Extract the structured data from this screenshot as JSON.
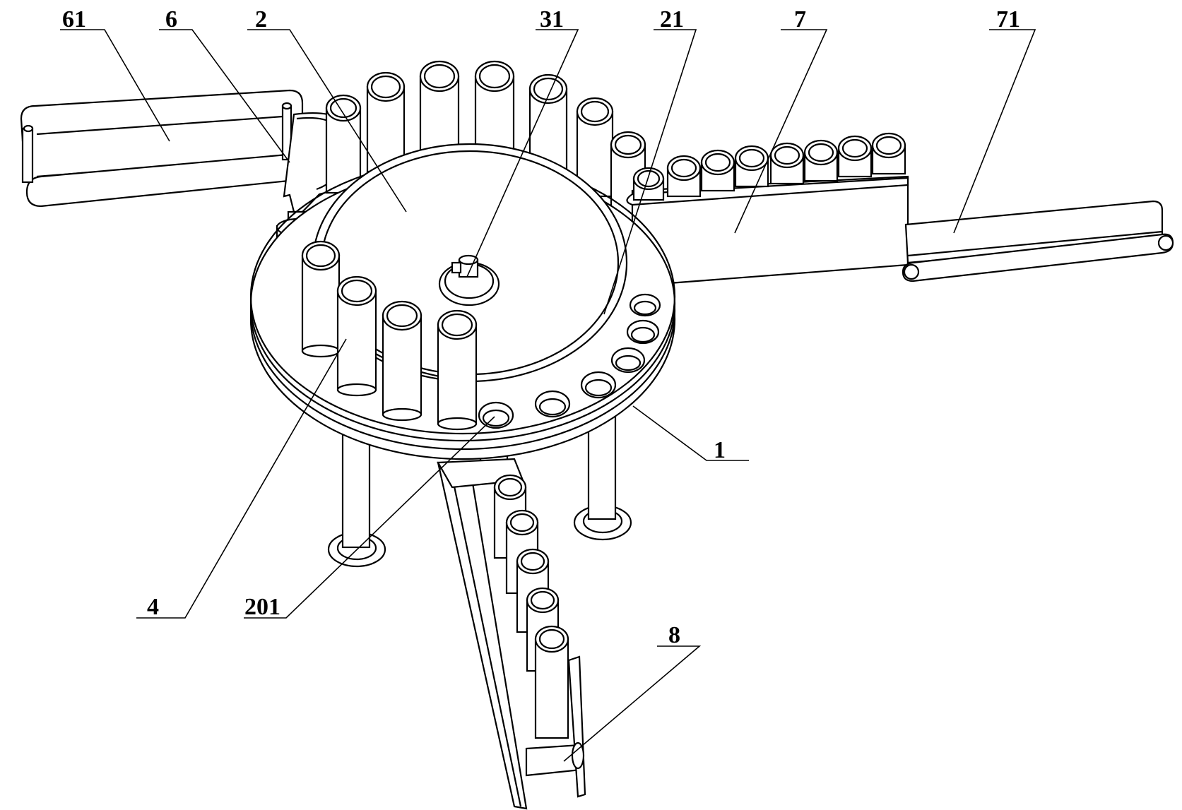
{
  "labels": {
    "l61": "61",
    "l6": "6",
    "l2": "2",
    "l31": "31",
    "l21": "21",
    "l7": "7",
    "l71": "71",
    "l1": "1",
    "l4": "4",
    "l201": "201",
    "l8": "8"
  }
}
